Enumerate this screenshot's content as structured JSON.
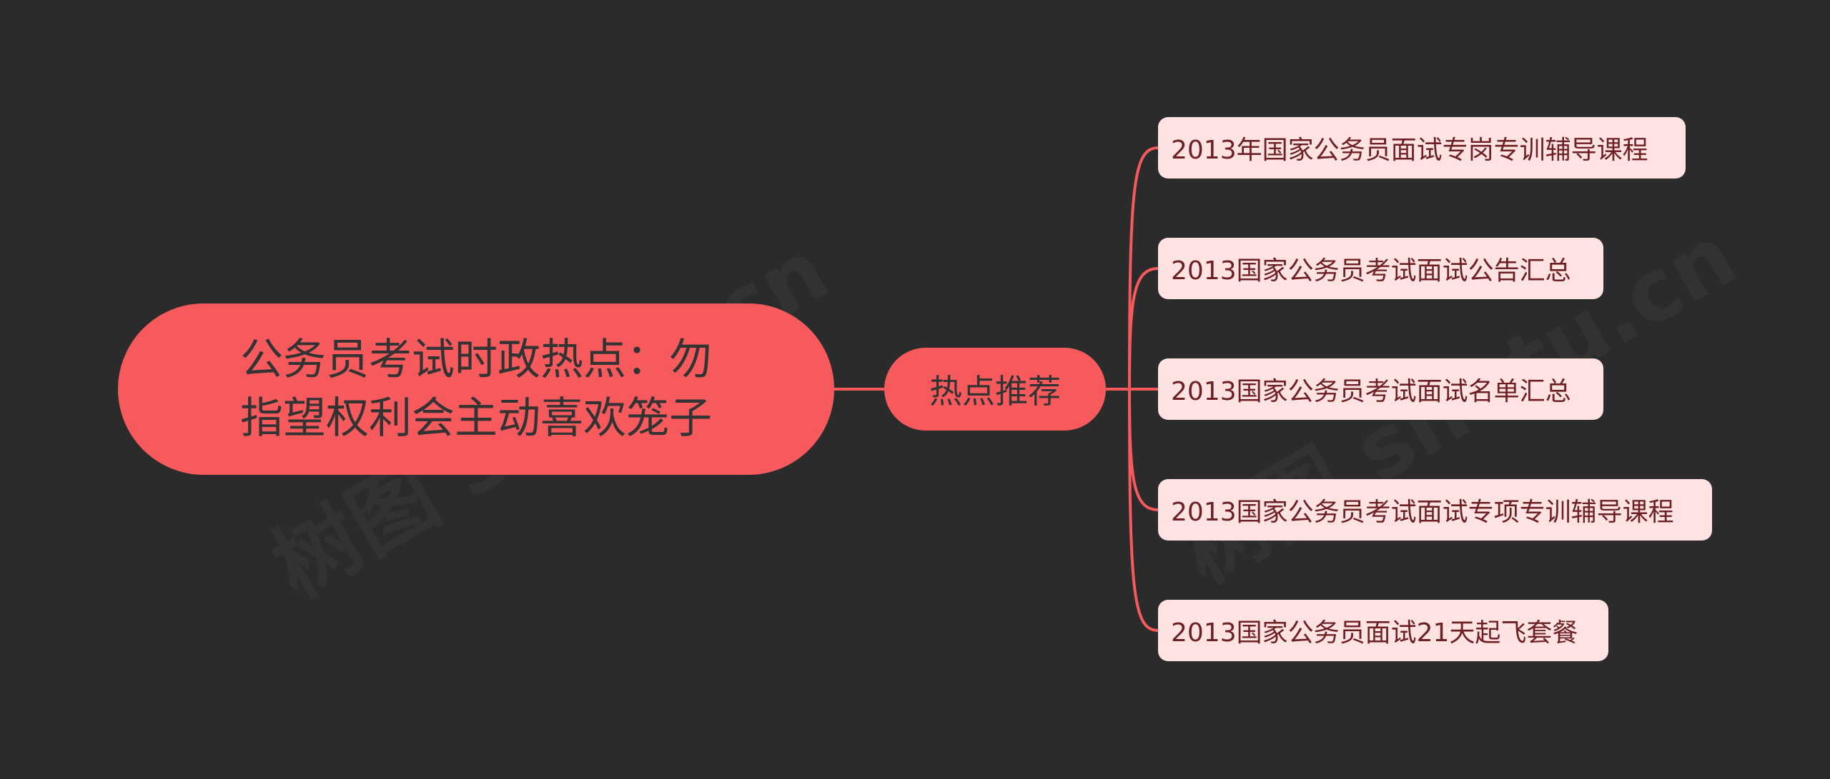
{
  "root": {
    "title_line1": "公务员考试时政热点：勿",
    "title_line2": "指望权利会主动喜欢笼子"
  },
  "branch": {
    "label": "热点推荐"
  },
  "leaves": [
    {
      "label": "2013年国家公务员面试专岗专训辅导课程"
    },
    {
      "label": "2013国家公务员考试面试公告汇总"
    },
    {
      "label": "2013国家公务员考试面试名单汇总"
    },
    {
      "label": "2013国家公务员考试面试专项专训辅导课程"
    },
    {
      "label": "2013国家公务员面试21天起飞套餐"
    }
  ],
  "watermark": {
    "text": "树图 shutu.cn"
  },
  "colors": {
    "background": "#2b2b2b",
    "node_fill": "#f65a5c",
    "leaf_fill": "#ffe3e3",
    "leaf_text": "#6e1f22",
    "connector": "#f65a5c"
  }
}
